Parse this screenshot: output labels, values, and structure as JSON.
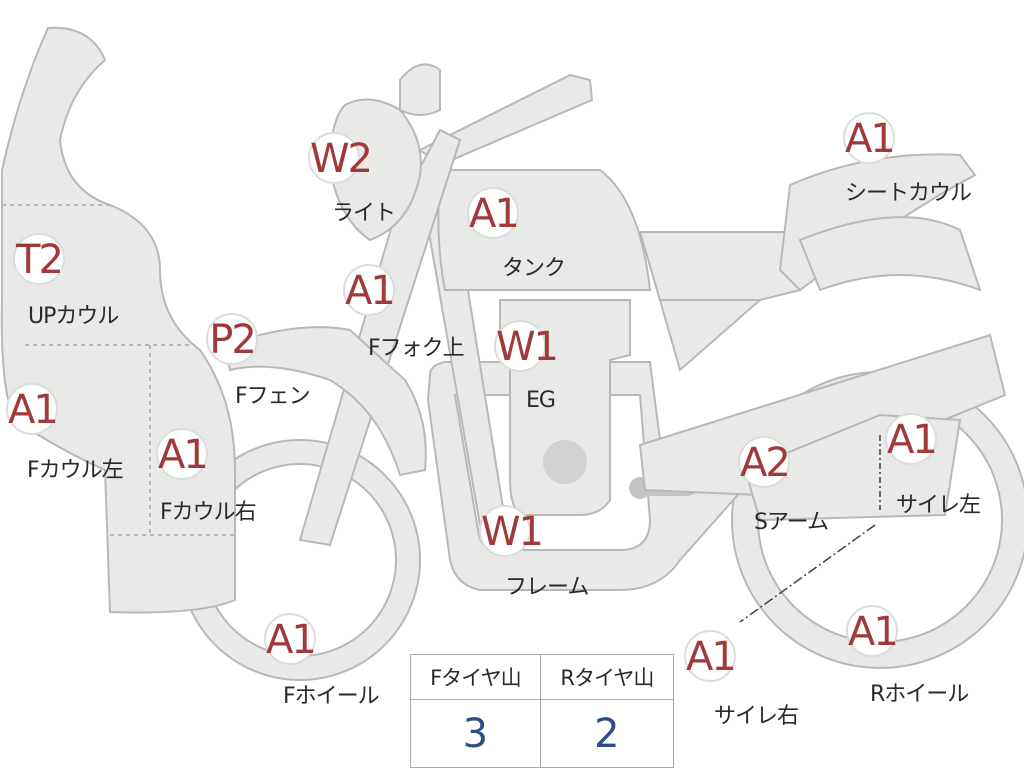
{
  "parts": [
    {
      "id": "w2-light",
      "badge": "W2",
      "label": "ライト"
    },
    {
      "id": "t2-upcowl",
      "badge": "T2",
      "label": "UPカウル"
    },
    {
      "id": "a1-tank",
      "badge": "A1",
      "label": "タンク"
    },
    {
      "id": "a1-seatcowl",
      "badge": "A1",
      "label": "シートカウル"
    },
    {
      "id": "a1-ffork",
      "badge": "A1",
      "label": "Fフォク上"
    },
    {
      "id": "p2-ffender",
      "badge": "P2",
      "label": "Fフェン"
    },
    {
      "id": "w1-eg",
      "badge": "W1",
      "label": "EG"
    },
    {
      "id": "a1-fcowl-left",
      "badge": "A1",
      "label": "Fカウル左"
    },
    {
      "id": "a1-fcowl-right",
      "badge": "A1",
      "label": "Fカウル右"
    },
    {
      "id": "a2-swingarm",
      "badge": "A2",
      "label": "Sアーム"
    },
    {
      "id": "a1-muffler-left",
      "badge": "A1",
      "label": "サイレ左"
    },
    {
      "id": "w1-frame",
      "badge": "W1",
      "label": "フレーム"
    },
    {
      "id": "a1-fwheel",
      "badge": "A1",
      "label": "Fホイール"
    },
    {
      "id": "a1-muffler-right",
      "badge": "A1",
      "label": "サイレ右"
    },
    {
      "id": "a1-rwheel",
      "badge": "A1",
      "label": "Rホイール"
    }
  ],
  "tire_table": {
    "headers": [
      "Fタイヤ山",
      "Rタイヤ山"
    ],
    "values": [
      "3",
      "2"
    ]
  },
  "colors": {
    "part_fill": "#e9e9e7",
    "part_stroke": "#b8b8b6",
    "badge_text": "#a03a3a",
    "table_value": "#2d4f86"
  }
}
